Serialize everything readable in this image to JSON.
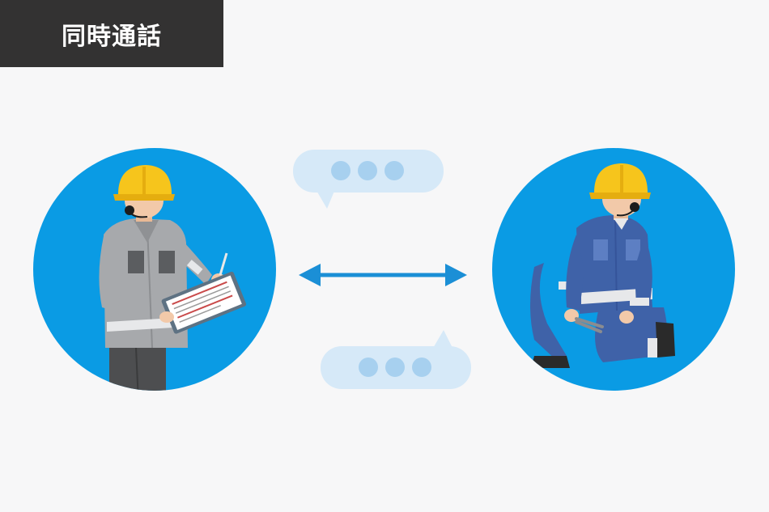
{
  "title": {
    "label": "同時通話"
  },
  "colors": {
    "background": "#f7f7f8",
    "badge": "#333232",
    "circle": "#0a9be4",
    "arrow": "#1b8fd6",
    "bubble": "#d6e9f8",
    "bubble_dot": "#a7d0ef",
    "helmet": "#f6c51c",
    "grey_uniform": "#a7a9ac",
    "blue_uniform": "#3f62a8"
  },
  "illustration": {
    "left_person": "worker-with-clipboard-headset",
    "right_person": "kneeling-worker-with-pliers-headset",
    "connector": "two-way-arrow-icon",
    "bubbles": [
      "speech-bubble-top-dots",
      "speech-bubble-bottom-dots"
    ]
  }
}
